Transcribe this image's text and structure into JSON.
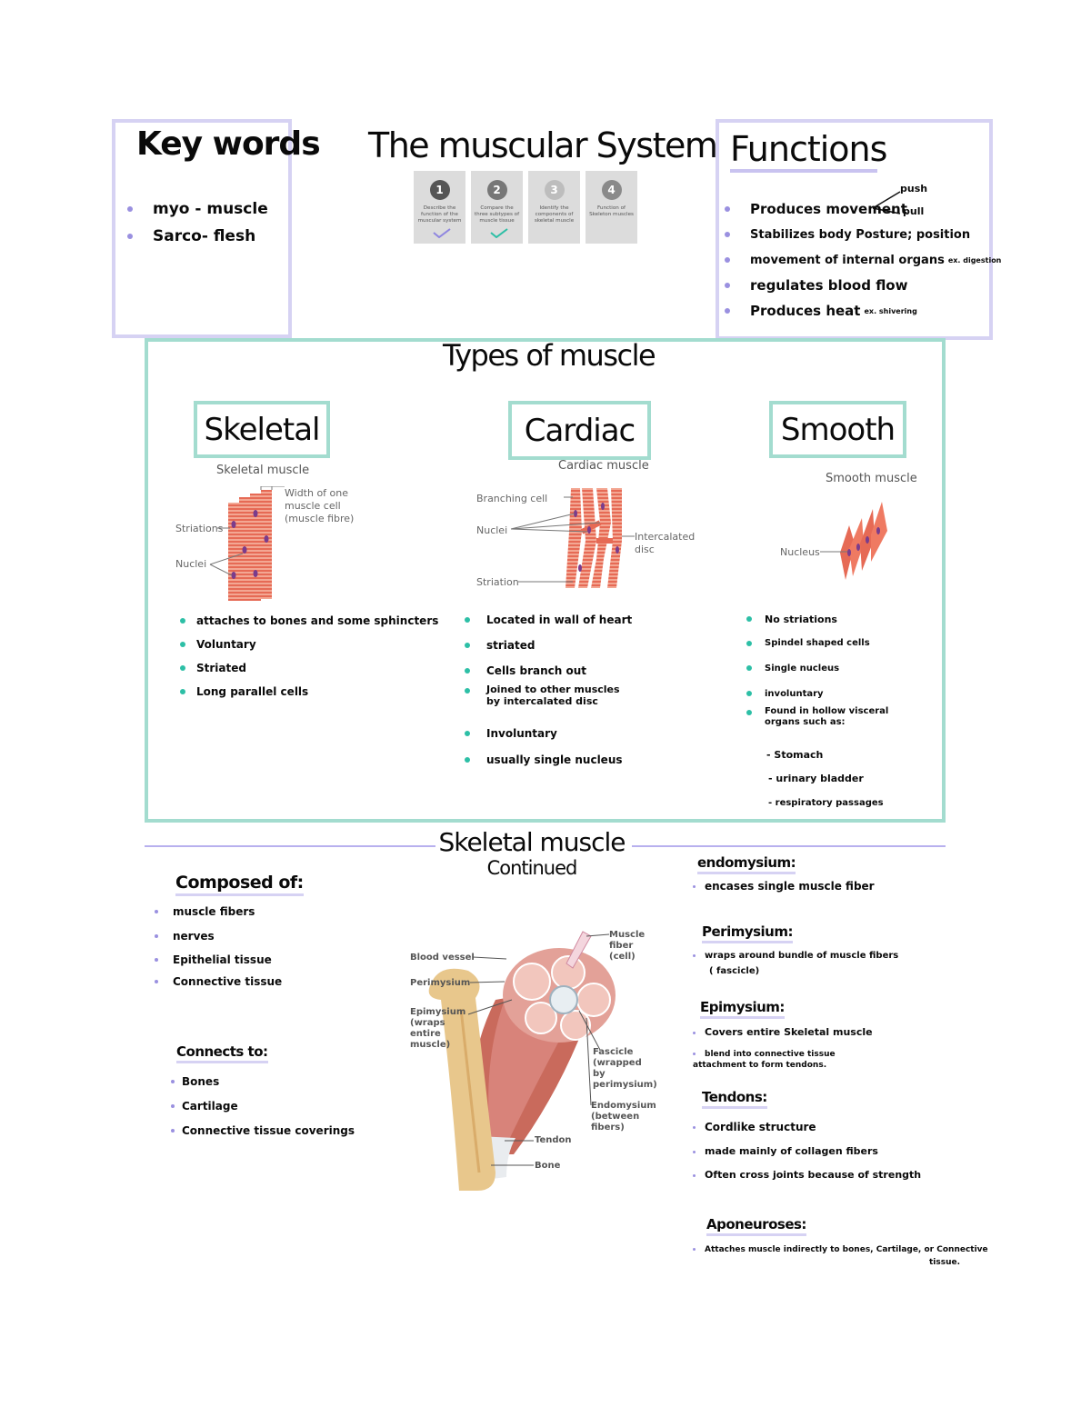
{
  "keywords": {
    "title": "Key words",
    "items": [
      "myo - muscle",
      "Sarco- flesh"
    ]
  },
  "title": "The muscular System",
  "steps": [
    {
      "num": "1",
      "text": "Describe the function of the muscular system",
      "color": "#555555",
      "checked": true
    },
    {
      "num": "2",
      "text": "Compare the three subtypes of muscle tissue",
      "color": "#777777",
      "checked": true
    },
    {
      "num": "3",
      "text": "Identify the components of skeletal muscle",
      "color": "#bdbdbd",
      "checked": false
    },
    {
      "num": "4",
      "text": "Function of Skeleton muscles",
      "color": "#8a8a8a",
      "checked": false
    }
  ],
  "functions": {
    "title": "Functions",
    "push": "push",
    "pull": "pull",
    "items": [
      {
        "text": "Produces movement",
        "note": ""
      },
      {
        "text": "Stabilizes body Posture; position",
        "note": ""
      },
      {
        "text": "movement of internal organs",
        "note": "ex. digestion"
      },
      {
        "text": "regulates blood flow",
        "note": ""
      },
      {
        "text": "Produces heat",
        "note": "ex. shivering"
      }
    ]
  },
  "types": {
    "title": "Types of muscle",
    "skeletal": {
      "label": "Skeletal",
      "caption": "Skeletal muscle",
      "lbl_width": "Width of one muscle cell (muscle fibre)",
      "lbl_striations": "Striations",
      "lbl_nuclei": "Nuclei",
      "items": [
        "attaches to bones and some sphincters",
        "Voluntary",
        "Striated",
        "Long parallel cells"
      ]
    },
    "cardiac": {
      "label": "Cardiac",
      "caption": "Cardiac muscle",
      "lbl_branching": "Branching cell",
      "lbl_nuclei": "Nuclei",
      "lbl_striation": "Striation",
      "lbl_intercalated": "Intercalated disc",
      "items": [
        "Located in wall of heart",
        "striated",
        "Cells branch out",
        "Joined to other muscles by intercalated disc",
        "Involuntary",
        "usually single nucleus"
      ]
    },
    "smooth": {
      "label": "Smooth",
      "caption": "Smooth muscle",
      "lbl_nucleus": "Nucleus",
      "items": [
        "No striations",
        "Spindel shaped cells",
        "Single nucleus",
        "involuntary",
        "Found in hollow visceral organs such as:"
      ],
      "subitems": [
        "- Stomach",
        "- urinary bladder",
        "- respiratory passages"
      ]
    }
  },
  "continued": {
    "title": "Skeletal muscle",
    "subtitle": "Continued",
    "composed": {
      "title": "Composed of:",
      "items": [
        "muscle fibers",
        "nerves",
        "Epithelial tissue",
        "Connective tissue"
      ]
    },
    "connects": {
      "title": "Connects to:",
      "items": [
        "Bones",
        "Cartilage",
        "Connective tissue coverings"
      ]
    },
    "diagram": {
      "blood_vessel": "Blood vessel",
      "perimysium": "Perimysium",
      "epimysium": "Epimysium (wraps entire muscle)",
      "muscle_fiber": "Muscle fiber (cell)",
      "fascicle": "Fascicle (wrapped by perimysium)",
      "endomysium": "Endomysium (between fibers)",
      "tendon": "Tendon",
      "bone": "Bone"
    },
    "right": {
      "endomysium": {
        "title": "endomysium:",
        "items": [
          "encases single muscle fiber"
        ]
      },
      "perimysium": {
        "title": "Perimysium:",
        "items": [
          "wraps around bundle of muscle fibers",
          "( fascicle)"
        ]
      },
      "epimysium": {
        "title": "Epimysium:",
        "items": [
          "Covers entire Skeletal muscle",
          "blend into connective tissue attachment to form tendons."
        ]
      },
      "tendons": {
        "title": "Tendons:",
        "items": [
          "Cordlike structure",
          "made mainly of collagen fibers",
          "Often cross joints because of strength"
        ]
      },
      "aponeuroses": {
        "title": "Aponeuroses:",
        "items": [
          "Attaches muscle indirectly to bones, Cartilage, or Connective",
          "tissue."
        ]
      }
    }
  },
  "colors": {
    "lavender": "#d6d2f3",
    "teal": "#a3dccf",
    "muscle": "#e0584a"
  }
}
